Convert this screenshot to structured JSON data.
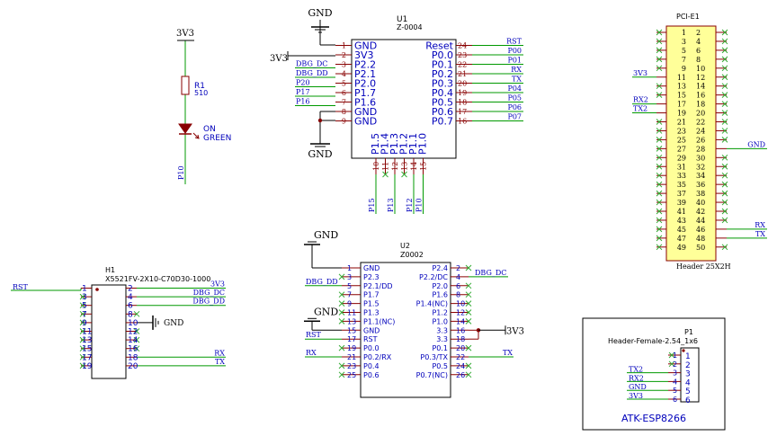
{
  "colors": {
    "wire": "#009900",
    "pin": "#880000",
    "part": "#000000",
    "pinname": "#0000bb",
    "net": "#0000bb",
    "noconn": "#33aa33",
    "fill": "#ffff99",
    "bg": "#ffffff"
  },
  "power": {
    "v3v3": "3V3",
    "gnd": "GND"
  },
  "r1": {
    "ref": "R1",
    "value": "510"
  },
  "led": {
    "label1": "ON",
    "label2": "GREEN"
  },
  "nets": {
    "p10": "P10",
    "p15": "P15",
    "p13": "P13",
    "p12": "P12"
  },
  "u1": {
    "ref": "U1",
    "value": "Z-0004",
    "left": [
      {
        "n": "1",
        "name": "GND"
      },
      {
        "n": "2",
        "name": "3V3"
      },
      {
        "n": "3",
        "name": "P2.2"
      },
      {
        "n": "4",
        "name": "P2.1"
      },
      {
        "n": "5",
        "name": "P2.0"
      },
      {
        "n": "6",
        "name": "P1.7"
      },
      {
        "n": "7",
        "name": "P1.6"
      },
      {
        "n": "8",
        "name": "GND"
      },
      {
        "n": "9",
        "name": "GND"
      }
    ],
    "right": [
      {
        "n": "24",
        "name": "Reset"
      },
      {
        "n": "23",
        "name": "P0.0"
      },
      {
        "n": "22",
        "name": "P0.1"
      },
      {
        "n": "21",
        "name": "P0.2"
      },
      {
        "n": "20",
        "name": "P0.3"
      },
      {
        "n": "19",
        "name": "P0.4"
      },
      {
        "n": "18",
        "name": "P0.5"
      },
      {
        "n": "17",
        "name": "P0.6"
      },
      {
        "n": "16",
        "name": "P0.7"
      }
    ],
    "bottom": [
      {
        "n": "10",
        "name": "P1.5"
      },
      {
        "n": "11",
        "name": "P1.4"
      },
      {
        "n": "12",
        "name": "P1.3"
      },
      {
        "n": "13",
        "name": "P1.2"
      },
      {
        "n": "14",
        "name": "P1.1"
      },
      {
        "n": "15",
        "name": "P1.0"
      }
    ],
    "leftNets": [
      "",
      "",
      "DBG_DC",
      "DBG_DD",
      "P20",
      "P17",
      "P16",
      "",
      ""
    ],
    "rightNets": [
      "RST",
      "P00",
      "P01",
      "RX",
      "TX",
      "P04",
      "P05",
      "P06",
      "P07"
    ]
  },
  "u2": {
    "ref": "U2",
    "value": "Z0002",
    "left": [
      {
        "n": "1",
        "name": "GND"
      },
      {
        "n": "3",
        "name": "P2.3"
      },
      {
        "n": "5",
        "name": "P2.1/DD"
      },
      {
        "n": "7",
        "name": "P1.7"
      },
      {
        "n": "9",
        "name": "P1.5"
      },
      {
        "n": "11",
        "name": "P1.3"
      },
      {
        "n": "13",
        "name": "P1.1(NC)"
      },
      {
        "n": "15",
        "name": "GND"
      },
      {
        "n": "17",
        "name": "RST"
      },
      {
        "n": "19",
        "name": "P0.0"
      },
      {
        "n": "21",
        "name": "P0.2/RX"
      },
      {
        "n": "23",
        "name": "P0.4"
      },
      {
        "n": "25",
        "name": "P0.6"
      }
    ],
    "right": [
      {
        "n": "2",
        "name": "P2.4"
      },
      {
        "n": "4",
        "name": "P2.2/DC"
      },
      {
        "n": "6",
        "name": "P2.0"
      },
      {
        "n": "8",
        "name": "P1.6"
      },
      {
        "n": "10",
        "name": "P1.4(NC)"
      },
      {
        "n": "12",
        "name": "P1.2"
      },
      {
        "n": "14",
        "name": "P1.0"
      },
      {
        "n": "16",
        "name": "3.3"
      },
      {
        "n": "18",
        "name": "3.3"
      },
      {
        "n": "20",
        "name": "P0.1"
      },
      {
        "n": "22",
        "name": "P0.3/TX"
      },
      {
        "n": "24",
        "name": "P0.5"
      },
      {
        "n": "26",
        "name": "P0.7(NC)"
      }
    ],
    "netDbgDd": "DBG_DD",
    "netDbgDc": "DBG_DC",
    "netRst": "RST",
    "netRx": "RX",
    "netTx": "TX"
  },
  "h1": {
    "ref": "H1",
    "value": "X5521FV-2X10-C70D30-1000",
    "left": [
      "1",
      "3",
      "5",
      "7",
      "9",
      "11",
      "13",
      "15",
      "17",
      "19"
    ],
    "right": [
      "2",
      "4",
      "6",
      "8",
      "10",
      "12",
      "14",
      "16",
      "18",
      "20"
    ],
    "netRst": "RST",
    "net3v3": "3V3",
    "netDbgDc": "DBG_DC",
    "netDbgDd": "DBG_DD",
    "netGnd": "GND",
    "netRx": "RX",
    "netTx": "TX"
  },
  "pci": {
    "ref": "PCI-E1",
    "value": "Header 25X2H",
    "netsLeft": {
      "11": "3V3",
      "17": "RX2",
      "19": "TX2"
    },
    "netsRight": {
      "28": "GND",
      "46": "RX",
      "48": "TX"
    }
  },
  "p1": {
    "ref": "P1",
    "value": "Header-Female-2.54_1x6",
    "module": "ATK-ESP8266",
    "pins": [
      "1",
      "2",
      "3",
      "4",
      "5",
      "6"
    ],
    "nets": [
      "",
      "",
      "TX2",
      "RX2",
      "GND",
      "3V3"
    ]
  }
}
